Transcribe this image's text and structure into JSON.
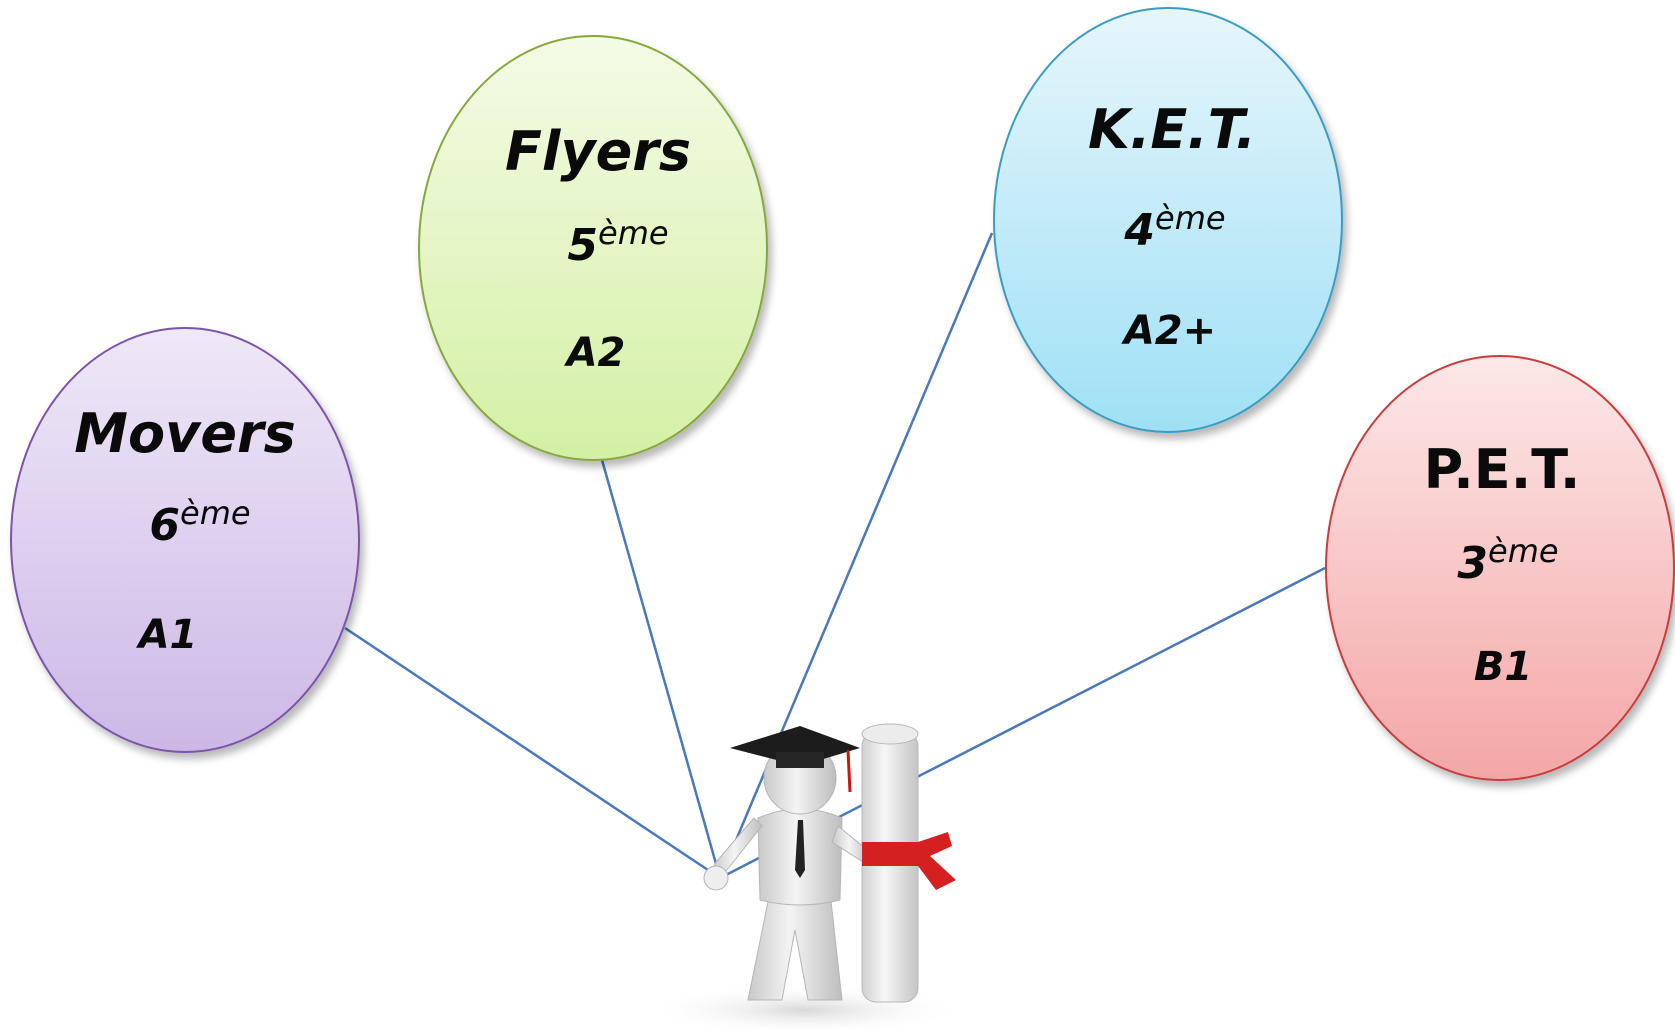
{
  "balloons": [
    {
      "exam": "Movers",
      "grade_num": "6",
      "grade_suffix": "ème",
      "level": "A1"
    },
    {
      "exam": "Flyers",
      "grade_num": "5",
      "grade_suffix": "ème",
      "level": "A2"
    },
    {
      "exam": "K.E.T.",
      "grade_num": "4",
      "grade_suffix": "ème",
      "level": "A2+"
    },
    {
      "exam": "P.E.T.",
      "grade_num": "3",
      "grade_suffix": "ème",
      "level": "B1"
    }
  ],
  "colors": {
    "movers_fill_top": "#efe8f8",
    "movers_fill_bottom": "#ccb8e6",
    "movers_stroke": "#7a55a8",
    "flyers_fill_top": "#f4fbe6",
    "flyers_fill_bottom": "#d4f0a4",
    "flyers_stroke": "#86a83c",
    "ket_fill_top": "#e6f6fb",
    "ket_fill_bottom": "#9fe0f6",
    "ket_stroke": "#3a9cc2",
    "pet_fill_top": "#fde8e8",
    "pet_fill_bottom": "#f4a6a6",
    "pet_stroke": "#c83c3c",
    "string": "#4a78b8",
    "ribbon": "#d42020"
  },
  "figure_icon": "graduate-with-diploma-icon"
}
